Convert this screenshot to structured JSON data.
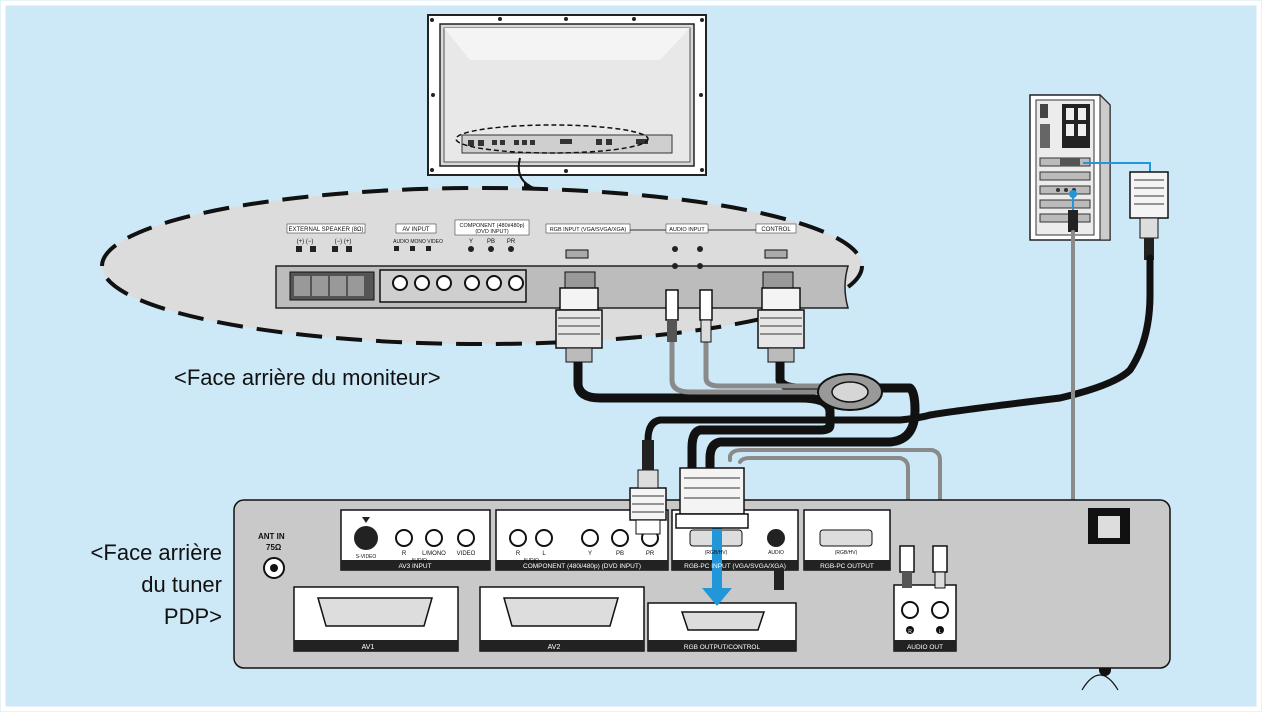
{
  "colors": {
    "background": "#cde8f6",
    "border": "#ffffff",
    "panel": "#c9c9c9",
    "cable": "#111111",
    "gray_cable": "#8a8a8a",
    "blue_link": "#2196d8"
  },
  "captions": {
    "monitor_rear": "<Face arrière du moniteur>",
    "tuner_rear_line1": "<Face arrière",
    "tuner_rear_line2": "du tuner",
    "tuner_rear_line3": "PDP>"
  },
  "monitor_panel": {
    "external_speaker": "EXTERNAL SPEAKER (8Ω)",
    "speaker_plus_minus": "(+)  (−)",
    "speaker_minus_plus": "(−)  (+)",
    "av_input": "AV INPUT",
    "av_jacks": "AUDIO  MONO  VIDEO",
    "component": "COMPONENT (480i/480p)",
    "dvd_input": "(DVD INPUT)",
    "comp_y": "Y",
    "comp_pb": "PB",
    "comp_pr": "PR",
    "rgb_input": "RGB INPUT (VGA/SVGA/XGA)",
    "audio_input": "AUDIO INPUT",
    "control": "CONTROL"
  },
  "tuner_panel": {
    "ant_in": "ANT IN",
    "ant_ohm": "75Ω",
    "av3_input": "AV3 INPUT",
    "svideo": "S-VIDEO",
    "av3_r": "R",
    "av3_lmono": "L/MONO",
    "av3_video": "VIDEO",
    "av3_audio": "AUDIO",
    "component_label": "COMPONENT (480i/480p) (DVD INPUT)",
    "comp_r": "R",
    "comp_l": "L",
    "comp_y": "Y",
    "comp_pb": "PB",
    "comp_pr": "PR",
    "comp_audio": "AUDIO",
    "rgbpc_input": "RGB-PC INPUT (VGA/SVGA/XGA)",
    "rgbhv_in": "(RGB/HV)",
    "audio_small": "AUDIO",
    "rgbpc_output": "RGB-PC OUTPUT",
    "rgbhv_out": "(RGB/HV)",
    "av1": "AV1",
    "av2": "AV2",
    "rgb_output_control": "RGB OUTPUT/CONTROL",
    "audio_out": "AUDIO OUT",
    "audio_out_r": "R",
    "audio_out_l": "L"
  }
}
